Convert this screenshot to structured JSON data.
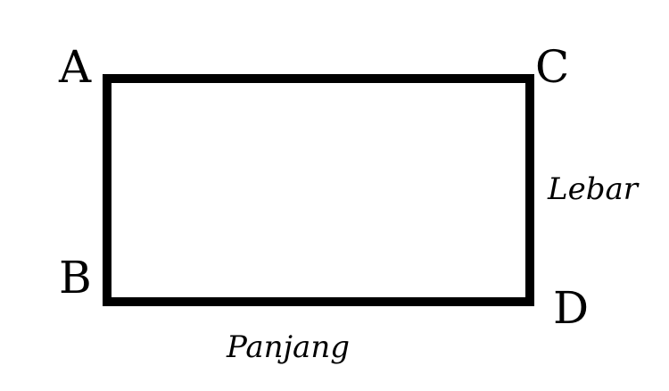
{
  "colors": {
    "stroke": "#000000",
    "text": "#000000",
    "background": "#ffffff"
  },
  "vertices": {
    "A": "A",
    "B": "B",
    "C": "C",
    "D": "D"
  },
  "sides": {
    "width_label": "Lebar",
    "length_label": "Panjang"
  }
}
